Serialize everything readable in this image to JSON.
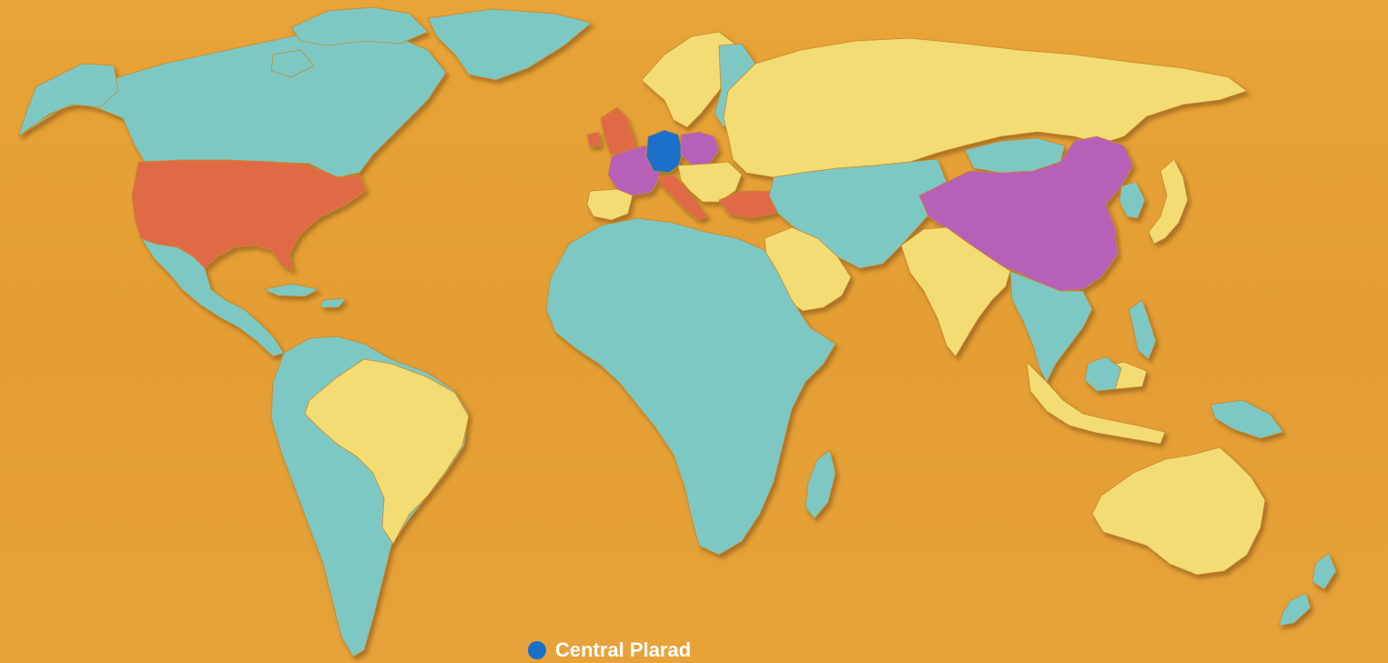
{
  "colors": {
    "ocean": "#e6a136",
    "cyan": "#7ec8c4",
    "yellow": "#f3dc73",
    "red": "#e06a45",
    "purple": "#b760b8",
    "blue": "#1a6fc9",
    "shadow": "#8a5a18"
  },
  "regions": [
    {
      "name": "north-america-canada",
      "color": "cyan"
    },
    {
      "name": "alaska",
      "color": "cyan"
    },
    {
      "name": "usa",
      "color": "red"
    },
    {
      "name": "mexico-central-america",
      "color": "cyan"
    },
    {
      "name": "caribbean",
      "color": "cyan"
    },
    {
      "name": "greenland",
      "color": "cyan"
    },
    {
      "name": "arctic-islands",
      "color": "cyan"
    },
    {
      "name": "south-america",
      "color": "cyan"
    },
    {
      "name": "brazil",
      "color": "yellow"
    },
    {
      "name": "scandinavia",
      "color": "yellow"
    },
    {
      "name": "uk",
      "color": "red"
    },
    {
      "name": "france",
      "color": "purple"
    },
    {
      "name": "germany",
      "color": "blue"
    },
    {
      "name": "poland",
      "color": "purple"
    },
    {
      "name": "italy",
      "color": "red"
    },
    {
      "name": "iberia",
      "color": "yellow"
    },
    {
      "name": "eastern-europe",
      "color": "yellow"
    },
    {
      "name": "baltic",
      "color": "cyan"
    },
    {
      "name": "turkey",
      "color": "red"
    },
    {
      "name": "russia",
      "color": "yellow"
    },
    {
      "name": "middle-east-central-asia",
      "color": "cyan"
    },
    {
      "name": "arabia",
      "color": "yellow"
    },
    {
      "name": "mongolia",
      "color": "cyan"
    },
    {
      "name": "china",
      "color": "purple"
    },
    {
      "name": "india",
      "color": "yellow"
    },
    {
      "name": "southeast-asia",
      "color": "cyan"
    },
    {
      "name": "korea",
      "color": "cyan"
    },
    {
      "name": "japan",
      "color": "yellow"
    },
    {
      "name": "indonesia",
      "color": "yellow"
    },
    {
      "name": "borneo-new-guinea",
      "color": "cyan"
    },
    {
      "name": "philippines",
      "color": "cyan"
    },
    {
      "name": "africa",
      "color": "cyan"
    },
    {
      "name": "madagascar",
      "color": "cyan"
    },
    {
      "name": "australia",
      "color": "yellow"
    },
    {
      "name": "new-zealand",
      "color": "cyan"
    }
  ],
  "legend": {
    "color": "blue",
    "label": "Central Plarad"
  }
}
